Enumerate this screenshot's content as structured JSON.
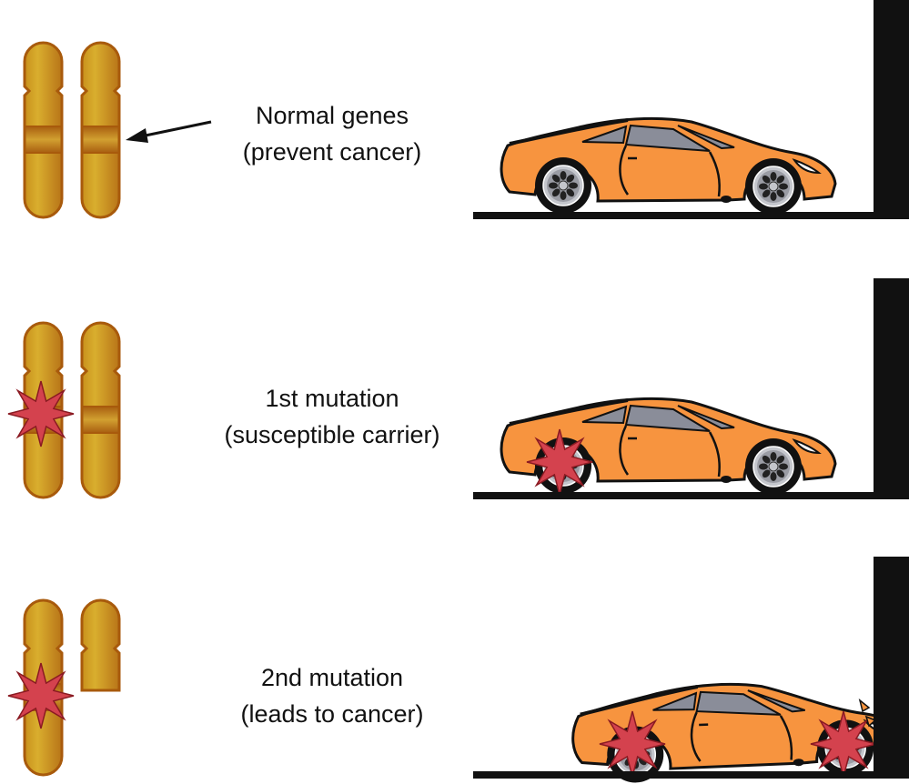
{
  "panels": [
    {
      "title": "Normal genes",
      "subtitle": "(prevent cancer)"
    },
    {
      "title": "1st mutation",
      "subtitle": "(susceptible carrier)"
    },
    {
      "title": "2nd mutation",
      "subtitle": "(leads to cancer)"
    }
  ],
  "colors": {
    "chromosome_light": "#d8ad2c",
    "chromosome_dark": "#b06a12",
    "car_body": "#f7943f",
    "window": "#8a8d99",
    "star": "#d4424e"
  }
}
